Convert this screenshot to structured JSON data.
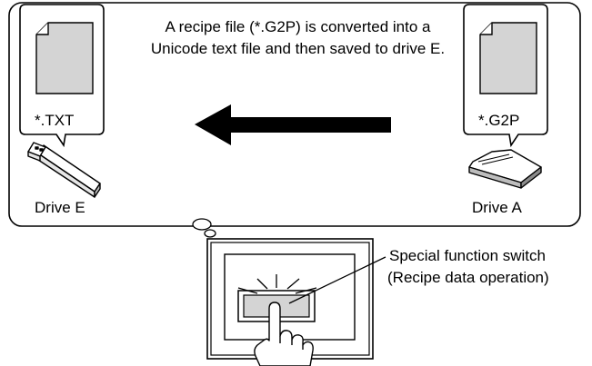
{
  "description": "A recipe file (*.G2P) is converted into a Unicode text file and then saved to drive E.",
  "target": {
    "file_extension": "*.TXT",
    "drive_label": "Drive E"
  },
  "source": {
    "file_extension": "*.G2P",
    "drive_label": "Drive A"
  },
  "switch": {
    "label_line1": "Special function switch",
    "label_line2": "(Recipe data operation)"
  },
  "colors": {
    "file_page_fill": "#d4d4d4",
    "outline": "#000000",
    "background": "#ffffff"
  },
  "icons": [
    "document-icon",
    "usb-drive-icon",
    "sd-card-icon",
    "arrow-left-icon",
    "touch-panel-icon",
    "pointing-hand-icon"
  ]
}
